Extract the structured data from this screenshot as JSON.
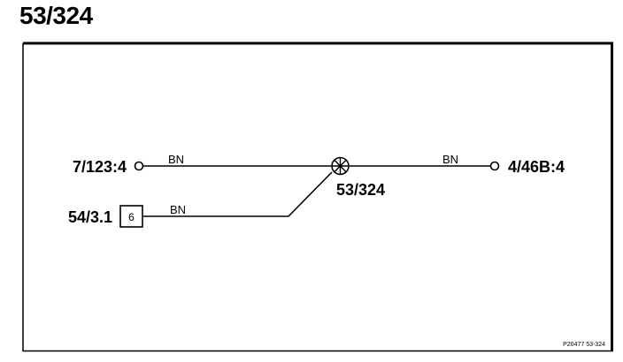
{
  "title": "53/324",
  "diagram": {
    "terminals": {
      "left_top": "7/123:4",
      "left_bottom": "54/3.1",
      "right": "4/46B:4"
    },
    "connector_pin": "6",
    "splice_label": "53/324",
    "wires": {
      "top_left": "BN",
      "bottom_left": "BN",
      "right": "BN"
    },
    "reference_code": "P20477  53-324"
  },
  "colors": {
    "line": "#000000",
    "background": "#ffffff"
  }
}
